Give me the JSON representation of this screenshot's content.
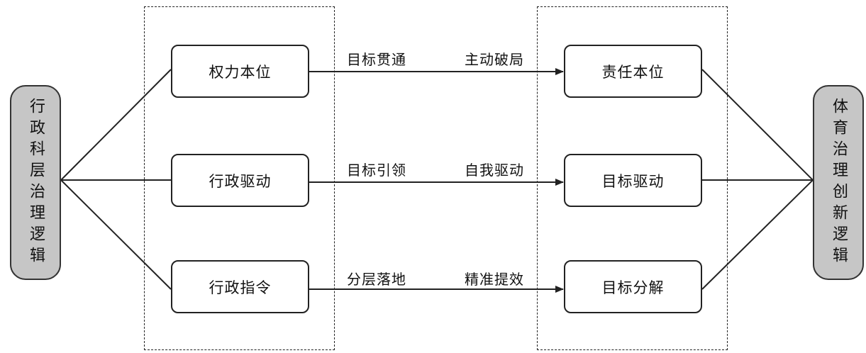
{
  "left_pill": {
    "label": "行政科层治理逻辑"
  },
  "right_pill": {
    "label": "体育治理创新逻辑"
  },
  "left_column": [
    "权力本位",
    "行政驱动",
    "行政指令"
  ],
  "right_column": [
    "责任本位",
    "目标驱动",
    "目标分解"
  ],
  "arrows": [
    {
      "left_label": "目标贯通",
      "right_label": "主动破局"
    },
    {
      "left_label": "目标引领",
      "right_label": "自我驱动"
    },
    {
      "left_label": "分层落地",
      "right_label": "精准提效"
    }
  ],
  "colors": {
    "stroke": "#222222",
    "pill_fill": "#c6c6c6",
    "background": "#ffffff"
  }
}
